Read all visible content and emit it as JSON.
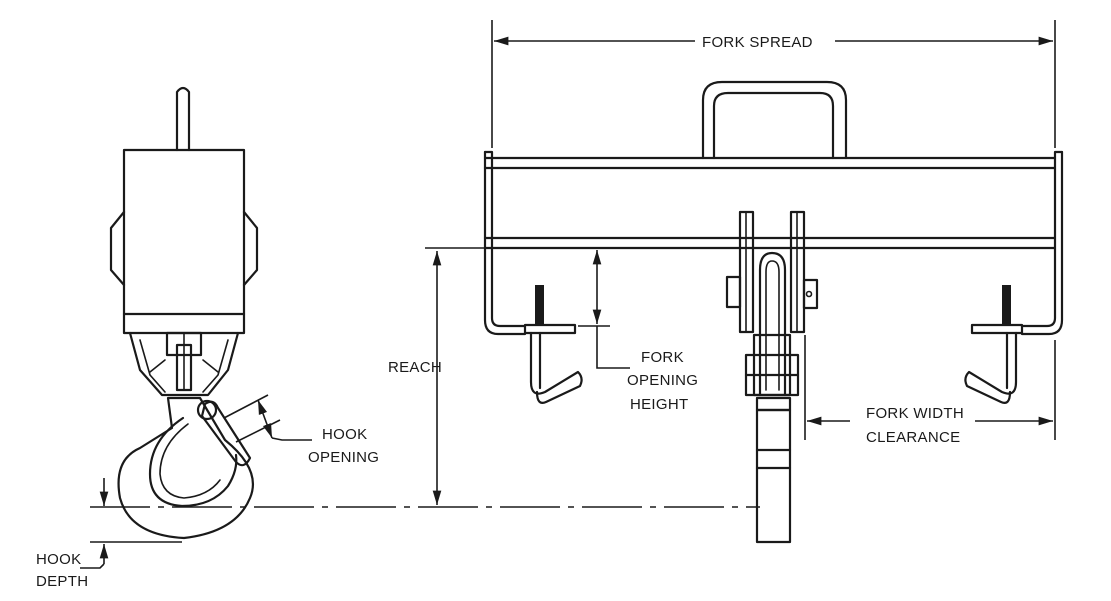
{
  "labels": {
    "fork_spread": "FORK SPREAD",
    "reach": "REACH",
    "fork_opening_height_1": "FORK",
    "fork_opening_height_2": "OPENING",
    "fork_opening_height_3": "HEIGHT",
    "fork_width_clearance_1": "FORK WIDTH",
    "fork_width_clearance_2": "CLEARANCE",
    "hook_opening_1": "HOOK",
    "hook_opening_2": "OPENING",
    "hook_depth_1": "HOOK",
    "hook_depth_2": "DEPTH"
  },
  "colors": {
    "line": "#1a1a1a",
    "background": "#ffffff"
  }
}
